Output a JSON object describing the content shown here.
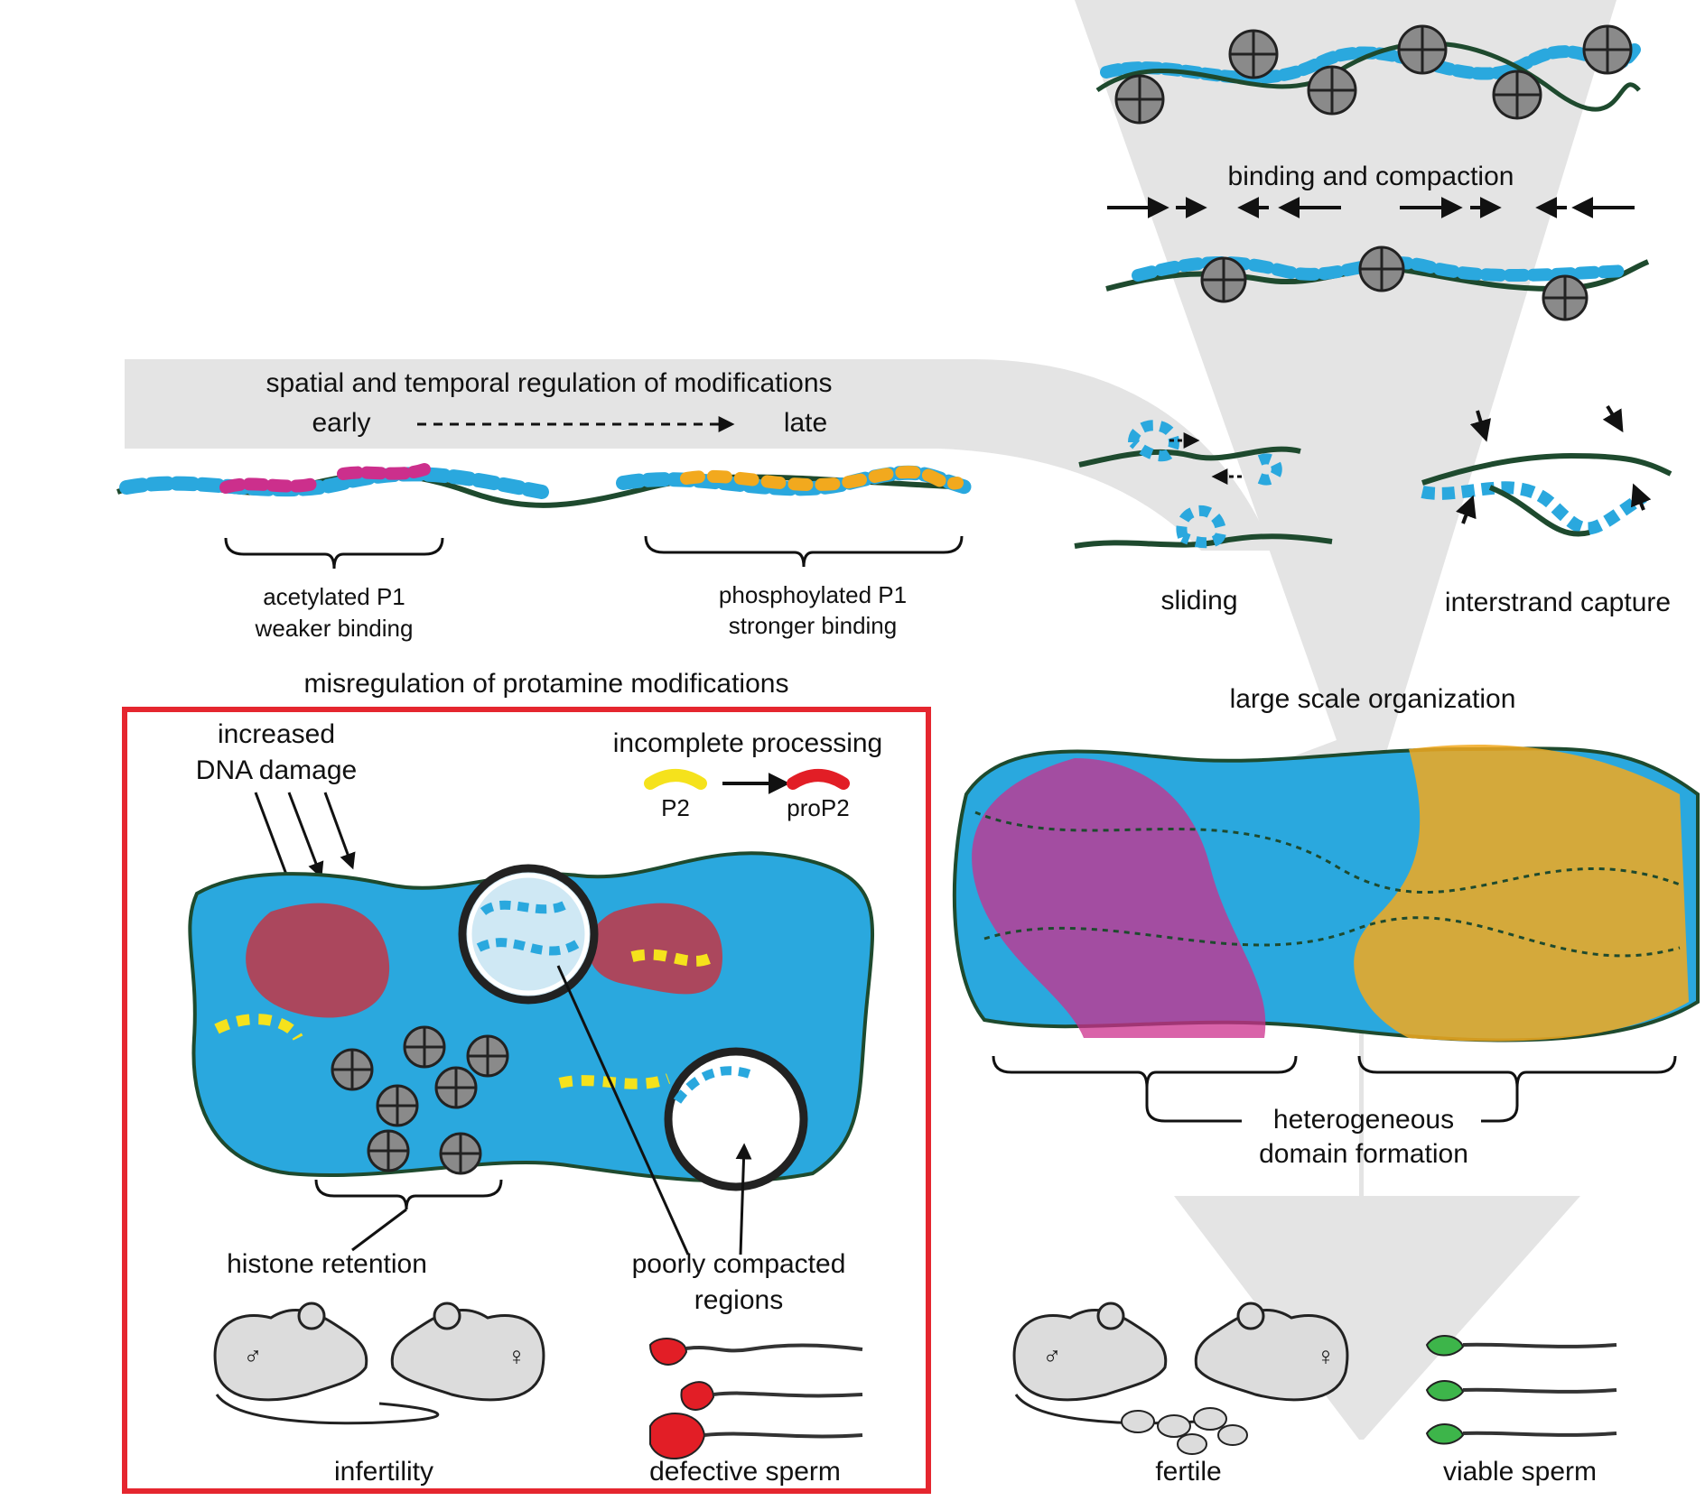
{
  "labels": {
    "binding_compaction": "binding and compaction",
    "regulation_title": "spatial and temporal regulation of modifications",
    "early": "early",
    "late": "late",
    "acetylated_line1": "acetylated P1",
    "acetylated_line2": "weaker binding",
    "phospho_line1": "phosphoylated P1",
    "phospho_line2": "stronger binding",
    "sliding": "sliding",
    "interstrand_capture": "interstrand capture",
    "misregulation_title": "misregulation of protamine modifications",
    "large_scale": "large scale organization",
    "dna_damage_line1": "increased",
    "dna_damage_line2": "DNA damage",
    "incomplete_processing": "incomplete processing",
    "p2": "P2",
    "prop2": "proP2",
    "heterogeneous_line1": "heterogeneous",
    "heterogeneous_line2": "domain formation",
    "histone_retention": "histone retention",
    "poorly_line1": "poorly compacted",
    "poorly_line2": "regions",
    "infertility": "infertility",
    "defective_sperm": "defective sperm",
    "fertile": "fertile",
    "viable_sperm": "viable sperm",
    "male_symbol": "♂",
    "female_symbol": "♀"
  },
  "colors": {
    "funnel": "#e4e4e4",
    "dna": "#1e4a2e",
    "protamine_blue": "#2aa8de",
    "acetylated_magenta": "#cc2f8c",
    "phospho_orange": "#f2a91e",
    "p2_yellow": "#f5e21c",
    "prop2_red": "#e21e26",
    "histone_grey": "#8a8a8a",
    "viable_green": "#3db54a",
    "alert_red": "#e5262f",
    "mouse_fill": "#dcdcdc"
  }
}
